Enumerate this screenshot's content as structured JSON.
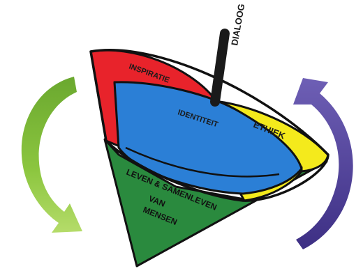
{
  "labels": {
    "dialoog": "DIALOOG",
    "inspiratie": "INSPIRATIE",
    "identiteit": "IDENTITEIT",
    "ethiek": "ETHIEK",
    "leven_line1": "LEVEN & SAMENLEVEN",
    "leven_line2": "VAN",
    "leven_line3": "MENSEN"
  },
  "colors": {
    "inspiratie": "#e8232b",
    "identiteit": "#2b7fd6",
    "ethiek": "#f4ea1c",
    "leven": "#2a8a3e",
    "outline": "#111111",
    "arrow_left": "#7ab63b",
    "arrow_right": "#4b3a93"
  },
  "icons": [
    "circular-arrow-left-icon",
    "circular-arrow-right-icon",
    "spinning-top-icon"
  ]
}
